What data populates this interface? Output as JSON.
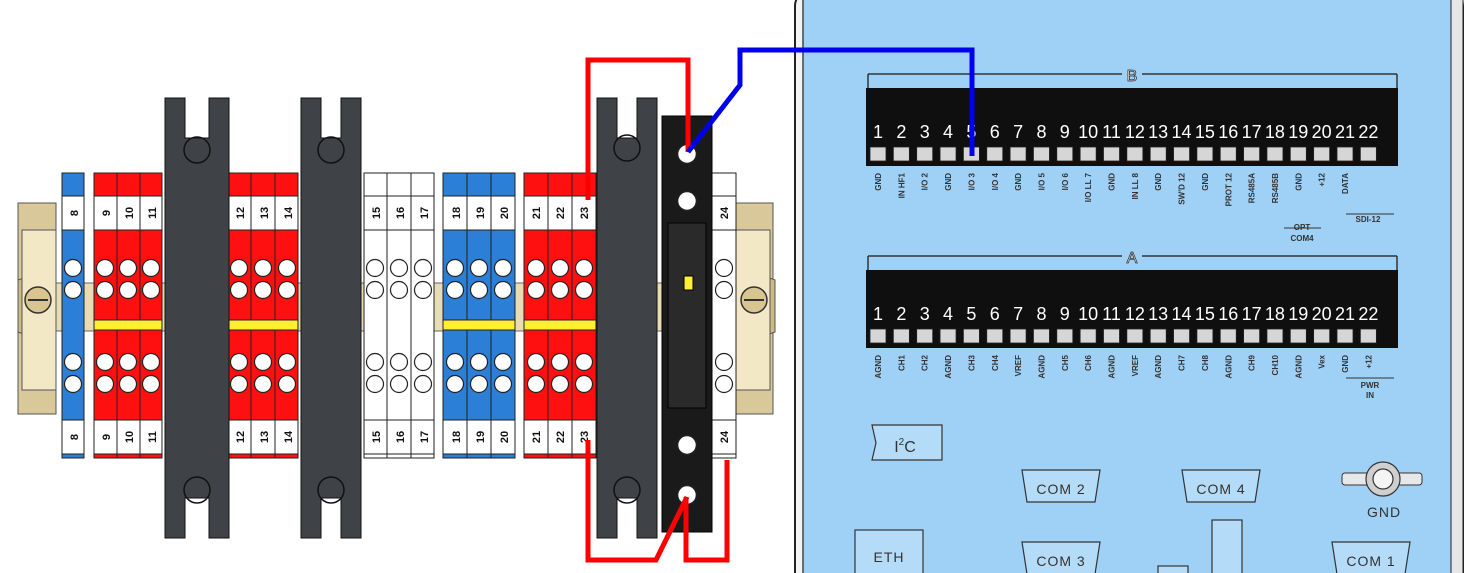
{
  "colors": {
    "panel_blue": "#9fd0f6",
    "panel_dark": "#111111",
    "wire_red": "#ff0000",
    "wire_blue": "#0000ee",
    "block_red": "#ff1010",
    "block_blue": "#2b7fd6",
    "block_white": "#ffffff",
    "jumper_grey": "#3f4347",
    "din_rail": "#d9c89a"
  },
  "terminals": {
    "group_8": [
      "8"
    ],
    "group_9_11": [
      "9",
      "10",
      "11"
    ],
    "group_12_14": [
      "12",
      "13",
      "14"
    ],
    "group_15_17": [
      "15",
      "16",
      "17"
    ],
    "group_18_20": [
      "18",
      "19",
      "20"
    ],
    "group_21_23": [
      "21",
      "22",
      "23"
    ],
    "group_24": [
      "24"
    ]
  },
  "row_b": {
    "header": "B",
    "numbers": [
      "1",
      "2",
      "3",
      "4",
      "5",
      "6",
      "7",
      "8",
      "9",
      "10",
      "11",
      "12",
      "13",
      "14",
      "15",
      "16",
      "17",
      "18",
      "19",
      "20",
      "21",
      "22"
    ],
    "labels": [
      "GND",
      "IN HF1",
      "I/O 2",
      "GND",
      "I/O 3",
      "I/O 4",
      "GND",
      "I/O 5",
      "I/O 6",
      "I/O LL 7",
      "GND",
      "IN LL 8",
      "GND",
      "SW'D 12",
      "GND",
      "PROT 12",
      "RS485A",
      "RS485B",
      "GND",
      "+12",
      "DATA"
    ],
    "group_opt": "OPT",
    "group_com4": "COM4",
    "group_sdi": "SDI-12"
  },
  "row_a": {
    "header": "A",
    "numbers": [
      "1",
      "2",
      "3",
      "4",
      "5",
      "6",
      "7",
      "8",
      "9",
      "10",
      "11",
      "12",
      "13",
      "14",
      "15",
      "16",
      "17",
      "18",
      "19",
      "20",
      "21",
      "22"
    ],
    "labels": [
      "AGND",
      "CH1",
      "CH2",
      "AGND",
      "CH3",
      "CH4",
      "VREF",
      "AGND",
      "CH5",
      "CH6",
      "AGND",
      "VREF",
      "AGND",
      "CH7",
      "CH8",
      "AGND",
      "CH9",
      "CH10",
      "AGND",
      "Vex",
      "GND",
      "+12"
    ],
    "group_pwr": "PWR",
    "group_in": "IN"
  },
  "ports": {
    "i2c_main": "I",
    "i2c_sup": "2",
    "i2c_tail": "C",
    "com2": "COM  2",
    "com4": "COM  4",
    "com3": "COM  3",
    "com1": "COM  1",
    "eth": "ETH",
    "gnd": "GND"
  }
}
